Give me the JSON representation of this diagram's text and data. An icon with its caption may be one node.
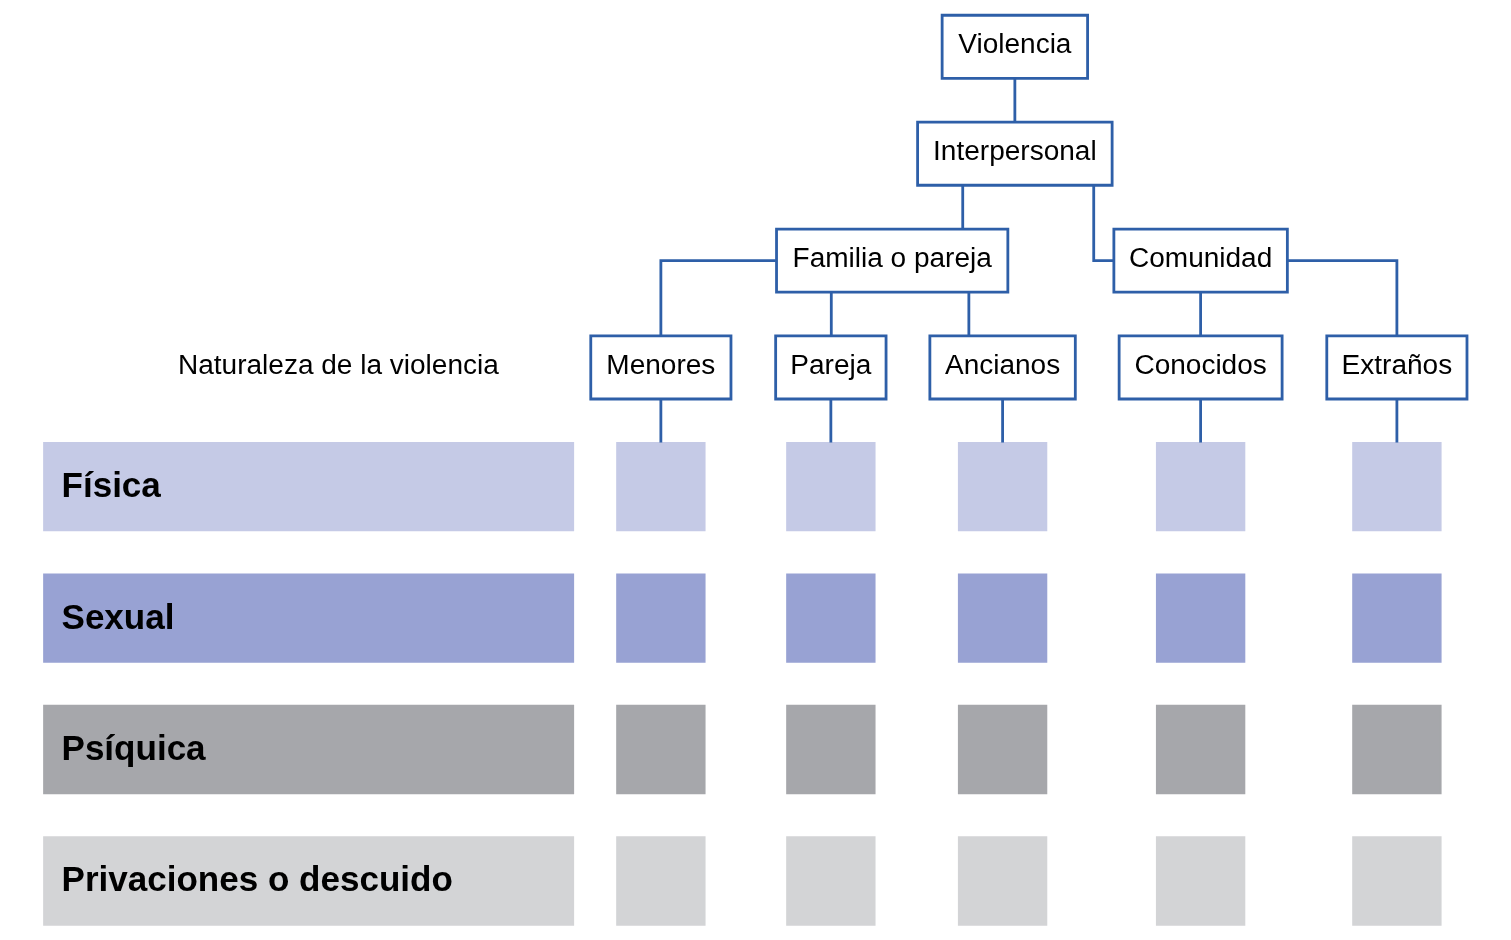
{
  "diagram": {
    "nodes": [
      {
        "text": [
          "Violencia"
        ]
      },
      {
        "text": [
          "Interpersonal"
        ]
      },
      {
        "text": [
          "Familia o pareja"
        ]
      },
      {
        "text": [
          "Comunidad"
        ]
      },
      {
        "text": [
          "Menores"
        ]
      },
      {
        "text": [
          "Pareja"
        ]
      },
      {
        "text": [
          "Ancianos"
        ]
      },
      {
        "text": [
          "Conocidos"
        ]
      },
      {
        "text": [
          "Extraños"
        ]
      },
      {
        "text": [
          "Física"
        ]
      },
      {
        "text": [
          "Sexual"
        ]
      },
      {
        "text": [
          "Psíquica"
        ]
      },
      {
        "text": [
          "Privaciones o descuido"
        ]
      },
      {
        "text": [],
        "shape": "box"
      },
      {
        "text": [],
        "shape": "box"
      },
      {
        "text": [],
        "shape": "box"
      },
      {
        "text": [],
        "shape": "box"
      },
      {
        "text": [],
        "shape": "box"
      },
      {
        "text": [],
        "shape": "box"
      },
      {
        "text": [],
        "shape": "box"
      },
      {
        "text": [],
        "shape": "box"
      },
      {
        "text": [],
        "shape": "box"
      },
      {
        "text": [],
        "shape": "box"
      },
      {
        "text": [],
        "shape": "box"
      },
      {
        "text": [],
        "shape": "box"
      },
      {
        "text": [],
        "shape": "box"
      },
      {
        "text": [],
        "shape": "box"
      },
      {
        "text": [],
        "shape": "box"
      },
      {
        "text": [],
        "shape": "box"
      },
      {
        "text": [],
        "shape": "box"
      },
      {
        "text": [],
        "shape": "box"
      },
      {
        "text": [],
        "shape": "box"
      },
      {
        "text": [],
        "shape": "box"
      }
    ],
    "edges": [
      {
        "from": 0,
        "to": 1,
        "arrow": "none"
      },
      {
        "from": 1,
        "to": 2,
        "arrow": "none"
      },
      {
        "from": 1,
        "to": 3,
        "arrow": "none"
      },
      {
        "from": 2,
        "to": 4,
        "arrow": "none"
      },
      {
        "from": 2,
        "to": 5,
        "arrow": "none"
      },
      {
        "from": 2,
        "to": 6,
        "arrow": "none"
      },
      {
        "from": 3,
        "to": 7,
        "arrow": "none"
      },
      {
        "from": 3,
        "to": 8,
        "arrow": "none"
      },
      {
        "from": 4,
        "to": 13,
        "arrow": "none"
      },
      {
        "from": 5,
        "to": 14,
        "arrow": "none"
      },
      {
        "from": 6,
        "to": 15,
        "arrow": "none"
      },
      {
        "from": 7,
        "to": 16,
        "arrow": "none"
      },
      {
        "from": 8,
        "to": 17,
        "arrow": "none"
      }
    ],
    "labels": [
      "Naturaleza de la violencia"
    ]
  }
}
